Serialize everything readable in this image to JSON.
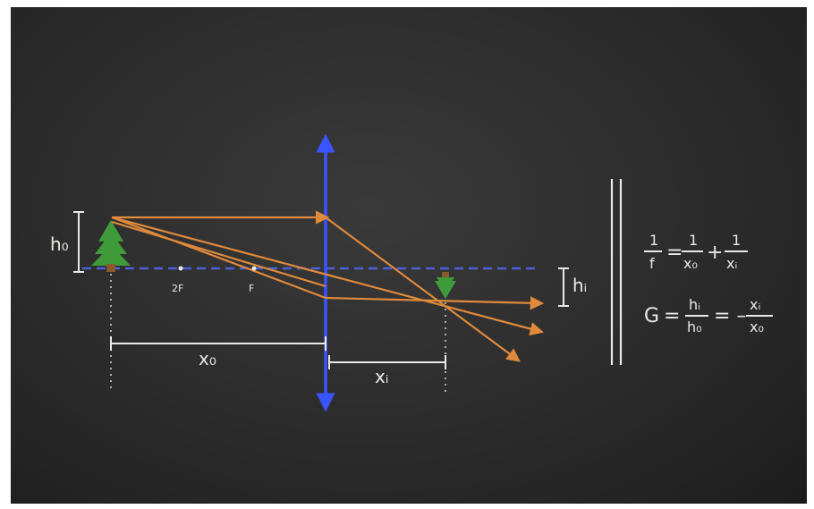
{
  "labels": {
    "object_height": "h₀",
    "image_height": "hᵢ",
    "two_f": "2F",
    "focal_point": "F",
    "object_distance": "x₀",
    "image_distance": "xᵢ"
  },
  "equations": {
    "lens": {
      "lhs_num": "1",
      "lhs_den": "f",
      "equals": "=",
      "t1_num": "1",
      "t1_den": "x₀",
      "plus": "+",
      "t2_num": "1",
      "t2_den": "xᵢ"
    },
    "magnification": {
      "lhs": "G",
      "equals": "=",
      "ratio_num": "hᵢ",
      "ratio_den": "h₀",
      "equals2": "= –",
      "rhs_num": "xᵢ",
      "rhs_den": "x₀"
    }
  },
  "colors": {
    "chalkboard": "#2e2e2e",
    "lens": "#3a55ff",
    "axis": "#4a5fd8",
    "rays": "#e08a3c",
    "chalk": "#e9e9e6",
    "tree": "#3f9b3a",
    "trunk": "#8b5a2b"
  }
}
